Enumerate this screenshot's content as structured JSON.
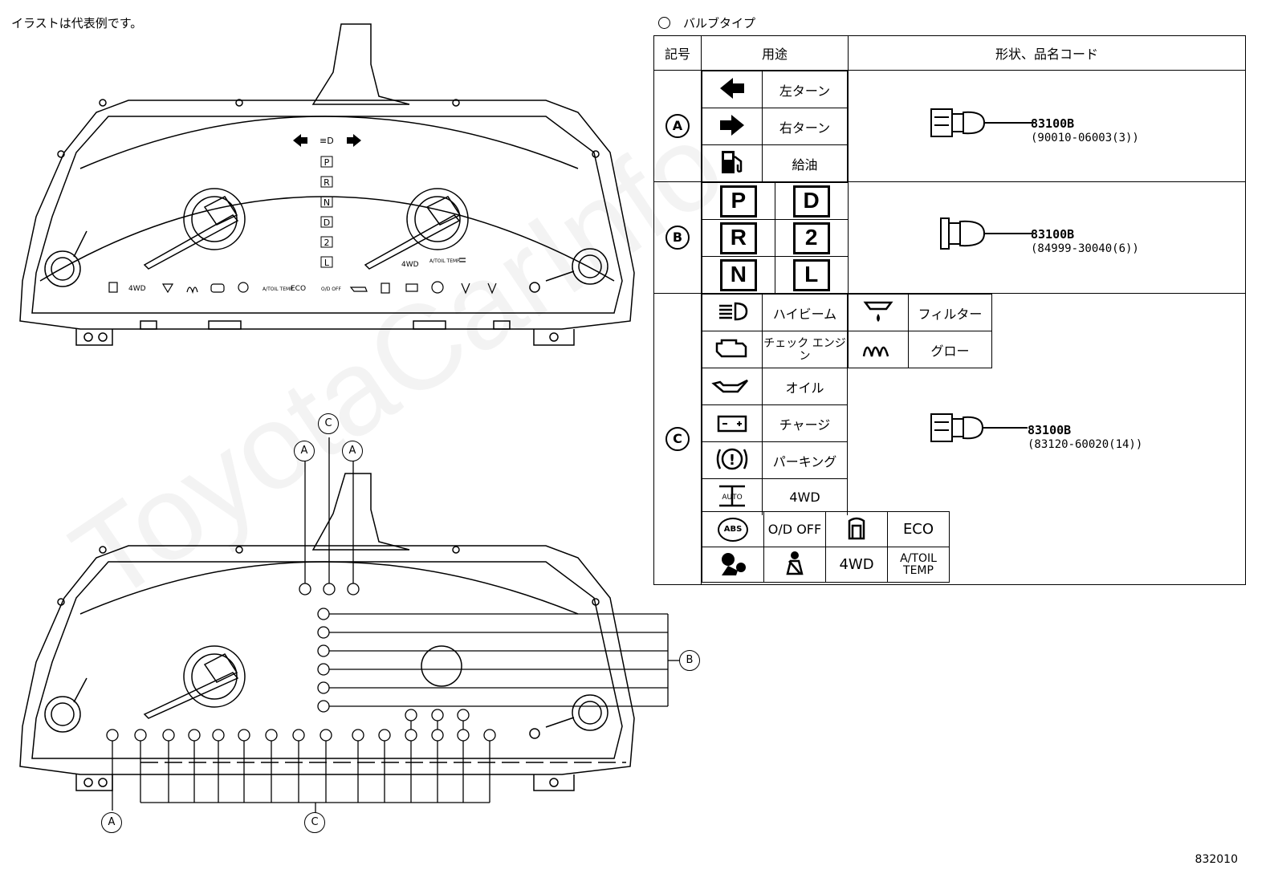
{
  "note": "イラストは代表例です。",
  "figure_number": "832010",
  "watermark": "ToyotaCarInfo",
  "bulb_table": {
    "title": "バルブタイプ",
    "headers": [
      "記号",
      "用途",
      "形状、品名コード"
    ],
    "group_a": {
      "mark": "A",
      "items": [
        {
          "icon": "left-arrow-icon",
          "label": "左ターン"
        },
        {
          "icon": "right-arrow-icon",
          "label": "右ターン"
        },
        {
          "icon": "fuel-pump-icon",
          "label": "給油"
        }
      ],
      "part": "83100B",
      "code": "(90010-06003(3))"
    },
    "group_b": {
      "mark": "B",
      "gears": [
        "P",
        "D",
        "R",
        "2",
        "N",
        "L"
      ],
      "part": "83100B",
      "code": "(84999-30040(6))"
    },
    "group_c": {
      "mark": "C",
      "items": [
        {
          "icon": "high-beam-icon",
          "label": "ハイビーム"
        },
        {
          "icon": "check-engine-icon",
          "label": "チェック エンジン"
        },
        {
          "icon": "oil-icon",
          "label": "オイル"
        },
        {
          "icon": "battery-icon",
          "label": "チャージ"
        },
        {
          "icon": "parking-brake-icon",
          "label": "パーキング"
        },
        {
          "icon": "auto-4wd-icon",
          "label": "4WD"
        }
      ],
      "side_items": [
        {
          "icon": "fuel-filter-icon",
          "label": "フィルター"
        },
        {
          "icon": "glow-plug-icon",
          "label": "グロー"
        }
      ],
      "lamps_row1": [
        "ABS",
        "O/D OFF",
        "door-icon",
        "ECO"
      ],
      "lamps_row2": [
        "airbag-icon",
        "seatbelt-icon",
        "4WD",
        "A/TOIL TEMP"
      ],
      "part": "83100B",
      "code": "(83120-60020(14))"
    }
  },
  "cluster_top": {
    "indicators": [
      "P",
      "R",
      "N",
      "D",
      "2",
      "L"
    ],
    "bottom_labels": [
      "4WD",
      "A/TOIL TEMP",
      "ECO",
      "O/D OFF"
    ],
    "right_labels": [
      "4WD",
      "A/TOIL TEMP"
    ]
  },
  "cluster_bottom": {
    "callouts": [
      "A",
      "C",
      "A",
      "B",
      "A",
      "C"
    ]
  }
}
